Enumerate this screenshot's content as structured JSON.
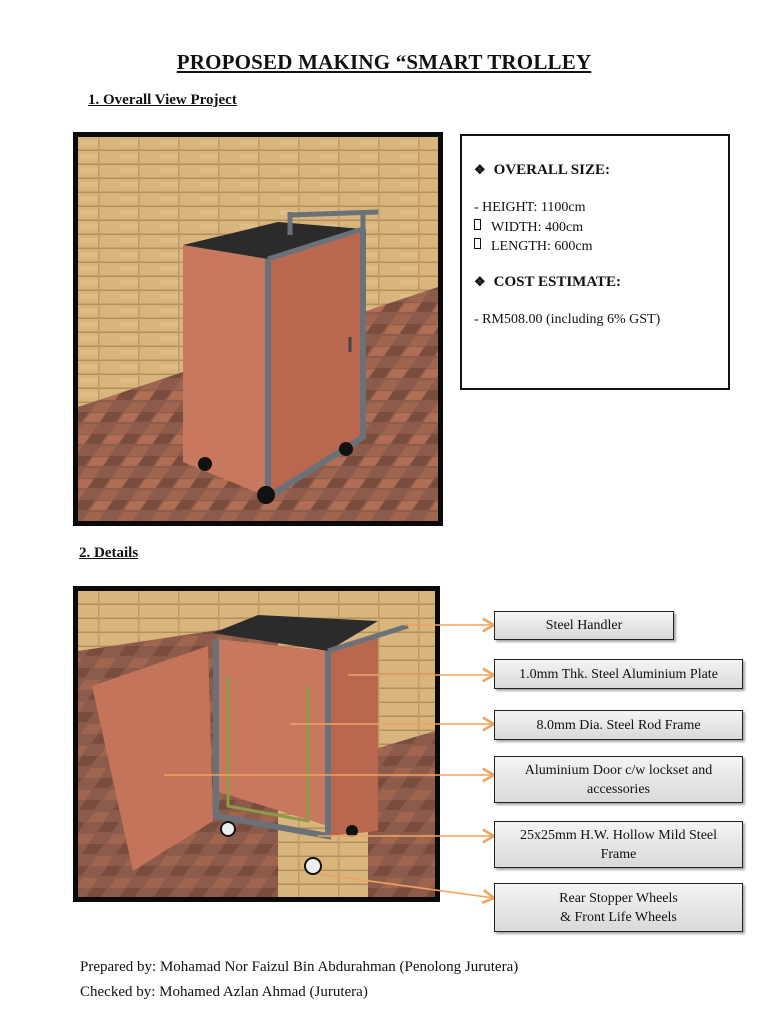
{
  "title": "PROPOSED MAKING “SMART TROLLEY",
  "section1": {
    "heading": "1. Overall View Project"
  },
  "info": {
    "size_heading": "OVERALL SIZE:",
    "size_lines": {
      "height": "-   HEIGHT: 1100cm",
      "width": "WIDTH: 400cm",
      "length": "LENGTH: 600cm"
    },
    "cost_heading": "COST ESTIMATE:",
    "cost_line": "- RM508.00 (including 6% GST)",
    "bullet_icon": "diamond-bullet-icon"
  },
  "section2": {
    "heading": "2. Details"
  },
  "callouts": {
    "steel_handler": "Steel Handler",
    "plate": "1.0mm Thk. Steel Aluminium Plate",
    "rod_frame": "8.0mm Dia. Steel Rod Frame",
    "door_line1": "Aluminium Door c/w lockset and",
    "door_line2": "accessories",
    "frame_line1": "25x25mm H.W. Hollow Mild Steel",
    "frame_line2": "Frame",
    "wheels_line1": "Rear Stopper Wheels",
    "wheels_line2": "& Front Life Wheels"
  },
  "footer": {
    "prepared": "Prepared by: Mohamad Nor Faizul Bin Abdurahman (Penolong Jurutera)",
    "checked": "Checked by: Mohamed Azlan Ahmad (Jurutera)"
  },
  "colors": {
    "leader_arrow": "#f0a25e",
    "cabinet": "#c8785e",
    "frame": "#6b7178",
    "wall": "#d9b77f",
    "floor": "#8a5a4a"
  }
}
